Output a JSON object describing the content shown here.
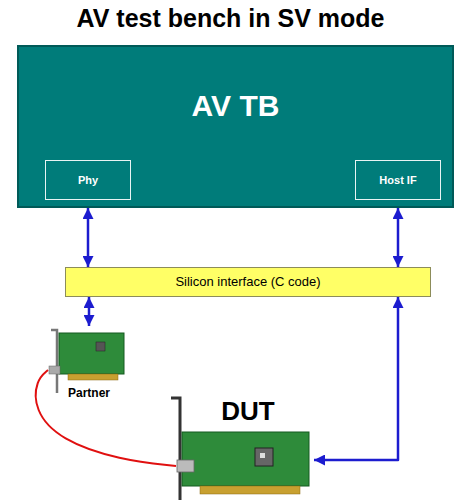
{
  "diagram": {
    "title": "AV test bench in SV mode",
    "nodes": [
      {
        "text": [
          "AV TB"
        ]
      },
      {
        "text": [
          "Phy"
        ],
        "in": 0
      },
      {
        "text": [
          "Host IF"
        ],
        "in": 0
      },
      {
        "text": [
          "Silicon interface (C code)"
        ]
      },
      {
        "text": [
          "Partner"
        ]
      },
      {
        "text": [
          "DUT"
        ]
      }
    ],
    "edges": [
      {
        "from": 0,
        "to": 3,
        "arrow": "both"
      },
      {
        "from": 0,
        "to": 3,
        "arrow": "both"
      },
      {
        "from": 3,
        "to": 4,
        "arrow": "both"
      },
      {
        "from": 3,
        "to": 5,
        "arrow": "both"
      },
      {
        "from": 4,
        "to": 5,
        "arrow": "none"
      }
    ]
  }
}
